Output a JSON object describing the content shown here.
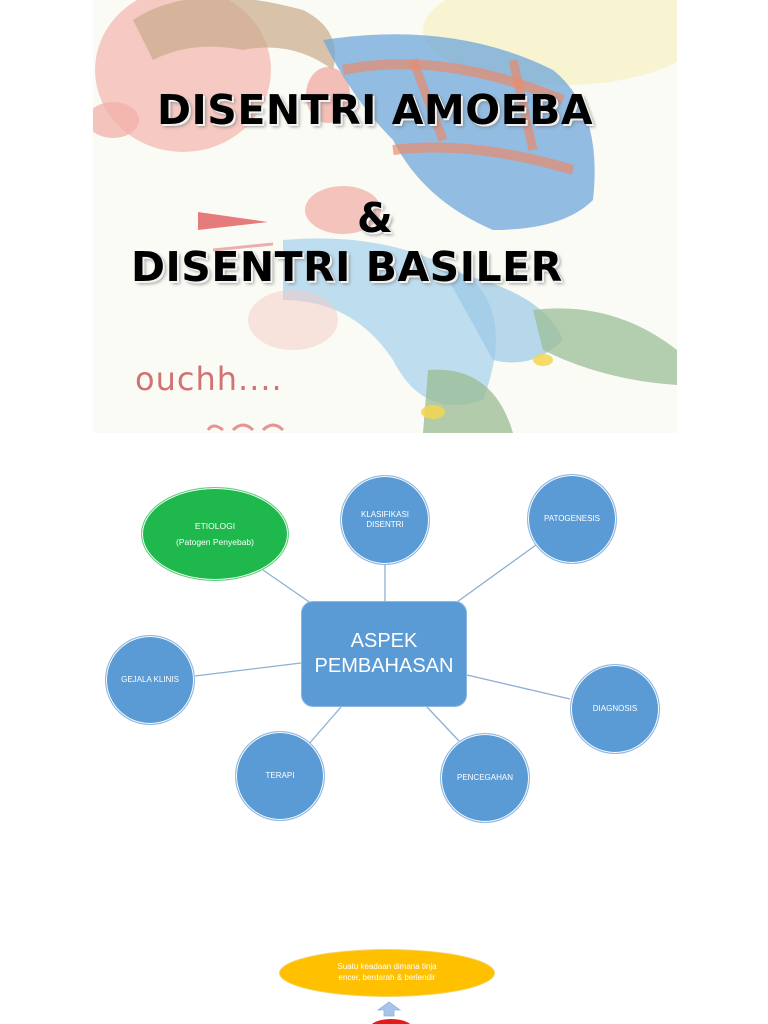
{
  "slide1": {
    "title_line1": "DISENTRI AMOEBA",
    "title_ampersand": "&",
    "title_line2": "DISENTRI BASILER",
    "caption": "ouchh....",
    "illustration": "cartoon-person-stomachache-icon"
  },
  "mindmap": {
    "center": {
      "line1": "ASPEK",
      "line2": "PEMBAHASAN"
    },
    "nodes": {
      "etiologi": {
        "label": "ETIOLOGI",
        "sub": "(Patogen Penyebab)"
      },
      "klasifikasi": {
        "line1": "KLASIFIKASI",
        "line2": "DISENTRI"
      },
      "patogenesis": {
        "label": "PATOGENESIS"
      },
      "gejala": {
        "label": "GEJALA KLINIS"
      },
      "diagnosis": {
        "label": "DIAGNOSIS"
      },
      "terapi": {
        "label": "TERAPI"
      },
      "pencegahan": {
        "label": "PENCEGAHAN"
      }
    },
    "colors": {
      "node_blue": "#5b9bd5",
      "highlight_green": "#1fb84d",
      "connector": "#8eb0d3"
    }
  },
  "slide3": {
    "definition_line1": "Suatu keadaan dimana tinja",
    "definition_line2": "encer, berdarah & berlendir",
    "colors": {
      "ellipse": "#ffc000",
      "arrow": "#a9c4e8",
      "red_shape": "#e31b1b"
    }
  }
}
